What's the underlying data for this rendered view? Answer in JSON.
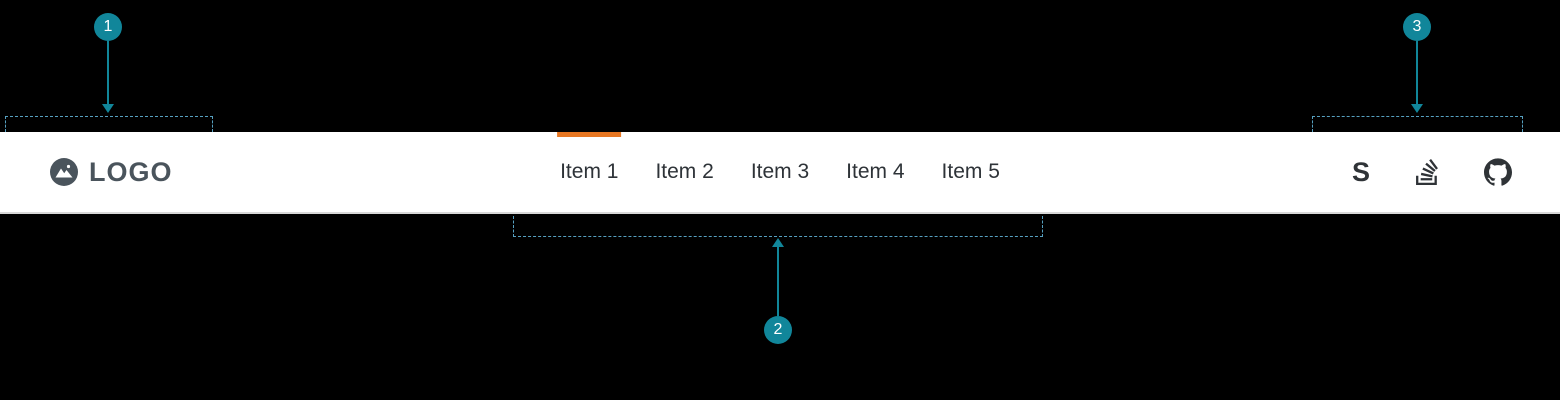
{
  "navbar": {
    "logo": {
      "text": "LOGO",
      "icon": "mountain-logo-icon"
    },
    "menu": [
      {
        "label": "Item 1",
        "active": true
      },
      {
        "label": "Item 2",
        "active": false
      },
      {
        "label": "Item 3",
        "active": false
      },
      {
        "label": "Item 4",
        "active": false
      },
      {
        "label": "Item 5",
        "active": false
      }
    ],
    "social_icons": [
      {
        "name": "stack-exchange-icon",
        "glyph": "S"
      },
      {
        "name": "stack-overflow-icon"
      },
      {
        "name": "github-icon"
      }
    ]
  },
  "annotations": {
    "callouts": [
      {
        "number": "1",
        "target": "logo"
      },
      {
        "number": "2",
        "target": "menu-items"
      },
      {
        "number": "3",
        "target": "social-icons"
      }
    ]
  },
  "colors": {
    "page_bg": "#000000",
    "navbar_bg": "#ffffff",
    "accent_orange": "#e87722",
    "annotation_teal": "#11869a",
    "annotation_dash": "#56a0c0",
    "logo_gray": "#4a545c",
    "text_dark": "#2e3338"
  }
}
